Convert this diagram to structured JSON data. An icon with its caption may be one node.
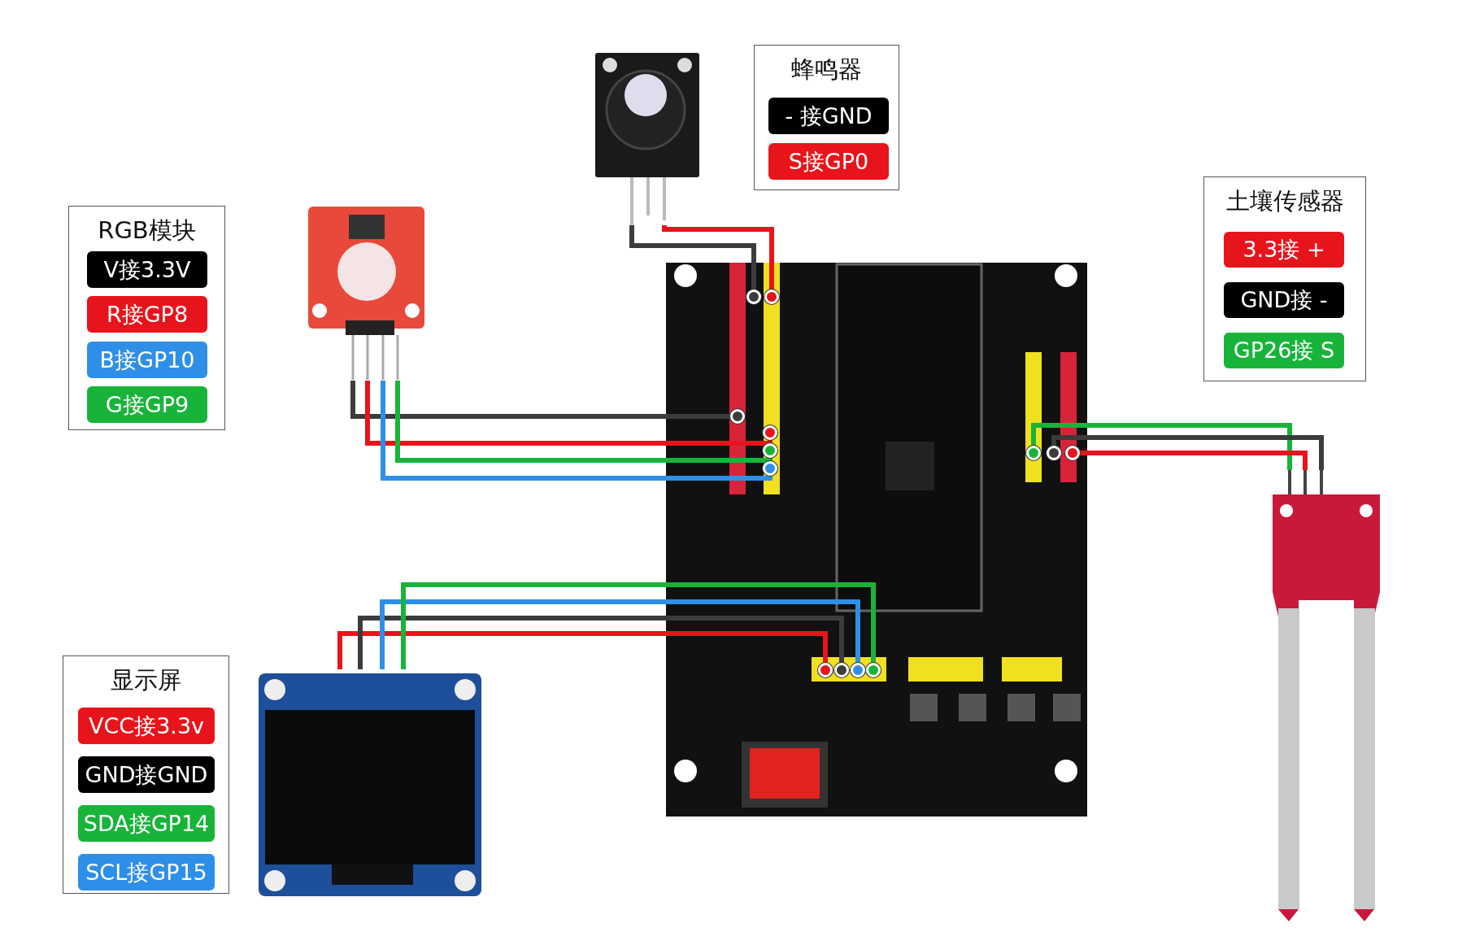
{
  "diagram": {
    "nodes": [
      {
        "text": [
          "RGB模块"
        ]
      },
      {
        "text": [
          "V接3.3V"
        ],
        "in": 0
      },
      {
        "text": [
          "R接GP8"
        ],
        "in": 0
      },
      {
        "text": [
          "B接GP10"
        ],
        "in": 0
      },
      {
        "text": [
          "G接GP9"
        ],
        "in": 0
      },
      {
        "text": [
          "蜂鸣器"
        ]
      },
      {
        "text": [
          "- 接GND"
        ],
        "in": 5
      },
      {
        "text": [
          "S接GP0"
        ],
        "in": 5
      },
      {
        "text": [
          "土壤传感器"
        ]
      },
      {
        "text": [
          "3.3接 +"
        ],
        "in": 8
      },
      {
        "text": [
          "GND接 -"
        ],
        "in": 8
      },
      {
        "text": [
          "GP26接 S"
        ],
        "in": 8
      },
      {
        "text": [
          "显示屏"
        ]
      },
      {
        "text": [
          "VCC接3.3v"
        ],
        "in": 12
      },
      {
        "text": [
          "GND接GND"
        ],
        "in": 12
      },
      {
        "text": [
          "SDA接GP14"
        ],
        "in": 12
      },
      {
        "text": [
          "SCL接GP15"
        ],
        "in": 12
      },
      {
        "text": [],
        "shape": "picture"
      },
      {
        "text": [],
        "shape": "picture"
      },
      {
        "text": [],
        "shape": "picture"
      },
      {
        "text": [],
        "shape": "picture"
      },
      {
        "text": [],
        "shape": "picture"
      },
      {
        "text": [],
        "shape": "circle",
        "in": 21
      },
      {
        "text": [],
        "shape": "circle",
        "in": 21
      },
      {
        "text": [],
        "shape": "circle",
        "in": 21
      },
      {
        "text": [],
        "shape": "circle",
        "in": 21
      },
      {
        "text": [],
        "shape": "circle",
        "in": 21
      },
      {
        "text": [],
        "shape": "circle",
        "in": 21
      },
      {
        "text": [],
        "shape": "circle",
        "in": 21
      },
      {
        "text": [],
        "shape": "circle",
        "in": 21
      },
      {
        "text": [],
        "shape": "circle",
        "in": 21
      },
      {
        "text": [],
        "shape": "circle",
        "in": 21
      },
      {
        "text": [],
        "shape": "circle",
        "in": 21
      },
      {
        "text": [],
        "shape": "circle",
        "in": 21
      },
      {
        "text": [],
        "shape": "circle",
        "in": 21
      }
    ],
    "edges": [
      {
        "from": 18,
        "to": 22,
        "arrow": "none",
        "color": "#3c3c3c"
      },
      {
        "from": 18,
        "to": 23,
        "arrow": "none",
        "color": "#e8141b"
      },
      {
        "from": 17,
        "to": 24,
        "arrow": "none",
        "color": "#3c3c3c"
      },
      {
        "from": 17,
        "to": 25,
        "arrow": "none",
        "color": "#e8141b"
      },
      {
        "from": 17,
        "to": 26,
        "arrow": "none",
        "color": "#18b43a"
      },
      {
        "from": 17,
        "to": 27,
        "arrow": "none",
        "color": "#2e8fe8"
      },
      {
        "from": 19,
        "to": 28,
        "arrow": "none",
        "color": "#18b43a"
      },
      {
        "from": 19,
        "to": 29,
        "arrow": "none",
        "color": "#3c3c3c"
      },
      {
        "from": 19,
        "to": 30,
        "arrow": "none",
        "color": "#e8141b"
      },
      {
        "from": 20,
        "to": 31,
        "arrow": "none",
        "color": "#e8141b"
      },
      {
        "from": 20,
        "to": 32,
        "arrow": "none",
        "color": "#3c3c3c"
      },
      {
        "from": 20,
        "to": 33,
        "arrow": "none",
        "color": "#2e8fe8"
      },
      {
        "from": 20,
        "to": 34,
        "arrow": "none",
        "color": "#18b43a"
      }
    ]
  }
}
